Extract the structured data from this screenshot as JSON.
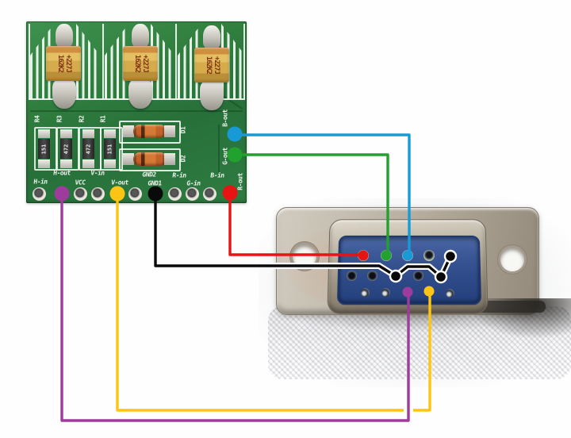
{
  "palette": {
    "red": "#e81414",
    "green": "#21a12e",
    "blue": "#189ad6",
    "purple": "#9d3c9d",
    "yellow": "#fdc513",
    "black": "#0a0a0a",
    "pcb_green": "#2f7c3e",
    "insert_blue": "#2e4a88"
  },
  "pcb": {
    "capacitors": [
      {
        "line1": "+227J",
        "line2": "162K2"
      },
      {
        "line1": "+227J",
        "line2": "162K2"
      },
      {
        "line1": "+227J",
        "line2": "162K2"
      }
    ],
    "resistors": [
      {
        "ref": "R4",
        "value": "151"
      },
      {
        "ref": "R3",
        "value": "472"
      },
      {
        "ref": "R2",
        "value": "472"
      },
      {
        "ref": "R1",
        "value": "151"
      }
    ],
    "diodes": [
      {
        "ref": "D1"
      },
      {
        "ref": "D2"
      }
    ],
    "bottom_pins": [
      {
        "label": "H-in",
        "dot": null
      },
      {
        "label": "H-out",
        "dot": "purple"
      },
      {
        "label": "VCC",
        "dot": null
      },
      {
        "label": "V-in",
        "dot": null
      },
      {
        "label": "V-out",
        "dot": "yellow"
      },
      {
        "label": "GND2",
        "dot": null
      },
      {
        "label": "GND1",
        "dot": "black"
      },
      {
        "label": "R-in",
        "dot": null
      },
      {
        "label": "G-in",
        "dot": null
      },
      {
        "label": "B-in",
        "dot": null
      },
      {
        "label": "R-out",
        "dot": "red"
      }
    ],
    "side_pins": [
      {
        "label": "B-out",
        "dot": "blue"
      },
      {
        "label": "G-out",
        "dot": "green"
      }
    ]
  },
  "connector": {
    "marked_pins": [
      {
        "pin": "top-row-1",
        "color": "red"
      },
      {
        "pin": "top-row-2",
        "color": "green"
      },
      {
        "pin": "top-row-3",
        "color": "blue"
      },
      {
        "pin": "top-row-5",
        "color": "black"
      },
      {
        "pin": "middle-row-3",
        "color": "black"
      },
      {
        "pin": "middle-row-5",
        "color": "black"
      },
      {
        "pin": "bottom-row-3",
        "color": "purple"
      },
      {
        "pin": "bottom-row-4",
        "color": "yellow"
      }
    ]
  },
  "wires": {
    "red": {
      "color": "#e81414",
      "from": "R-out",
      "to": "top-row-1"
    },
    "green": {
      "color": "#21a12e",
      "from": "G-out",
      "to": "top-row-2"
    },
    "blue": {
      "color": "#189ad6",
      "from": "B-out",
      "to": "top-row-3"
    },
    "black": {
      "color": "#0a0a0a",
      "from": "GND1",
      "to": "middle-row-3, middle-row-5, top-row-5"
    },
    "purple": {
      "color": "#9d3c9d",
      "from": "H-out",
      "to": "bottom-row-3"
    },
    "yellow": {
      "color": "#fdc513",
      "from": "V-out",
      "to": "bottom-row-4"
    }
  }
}
